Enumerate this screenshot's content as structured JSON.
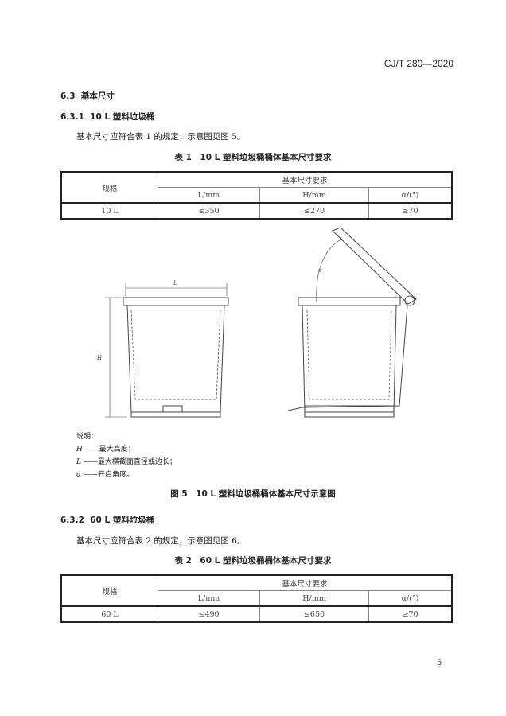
{
  "header": {
    "standard_no": "CJ/T 280—2020"
  },
  "sections": [
    {
      "number": "6.3",
      "title": "基本尺寸"
    },
    {
      "number": "6.3.1",
      "title": "10 L 塑料垃圾桶",
      "body": "基本尺寸应符合表 1 的规定，示意图见图 5。"
    },
    {
      "number": "6.3.2",
      "title": "60 L 塑料垃圾桶",
      "body": "基本尺寸应符合表 2 的规定，示意图见图 6。"
    }
  ],
  "table1": {
    "caption": "表 1　10 L 塑料垃圾桶桶体基本尺寸要求",
    "col_spec": "规格",
    "group_header": "基本尺寸要求",
    "columns": [
      "L/mm",
      "H/mm",
      "α/(°)"
    ],
    "row": [
      "10 L",
      "≤350",
      "≤270",
      "≥70"
    ]
  },
  "figure5": {
    "labels": {
      "L": "L",
      "H": "H",
      "alpha": "α"
    },
    "legend_title": "说明：",
    "legend": [
      {
        "sym": "H",
        "text": "——最大高度；"
      },
      {
        "sym": "L",
        "text": "——最大横截面直径或边长；"
      },
      {
        "sym": "α",
        "text": "——开启角度。"
      }
    ],
    "caption": "图 5　10 L 塑料垃圾桶桶体基本尺寸示意图"
  },
  "table2": {
    "caption": "表 2　60 L 塑料垃圾桶桶体基本尺寸要求",
    "col_spec": "规格",
    "group_header": "基本尺寸要求",
    "columns": [
      "L/mm",
      "H/mm",
      "α/(°)"
    ],
    "row": [
      "60 L",
      "≤490",
      "≤650",
      "≥70"
    ]
  },
  "page_number": "5"
}
